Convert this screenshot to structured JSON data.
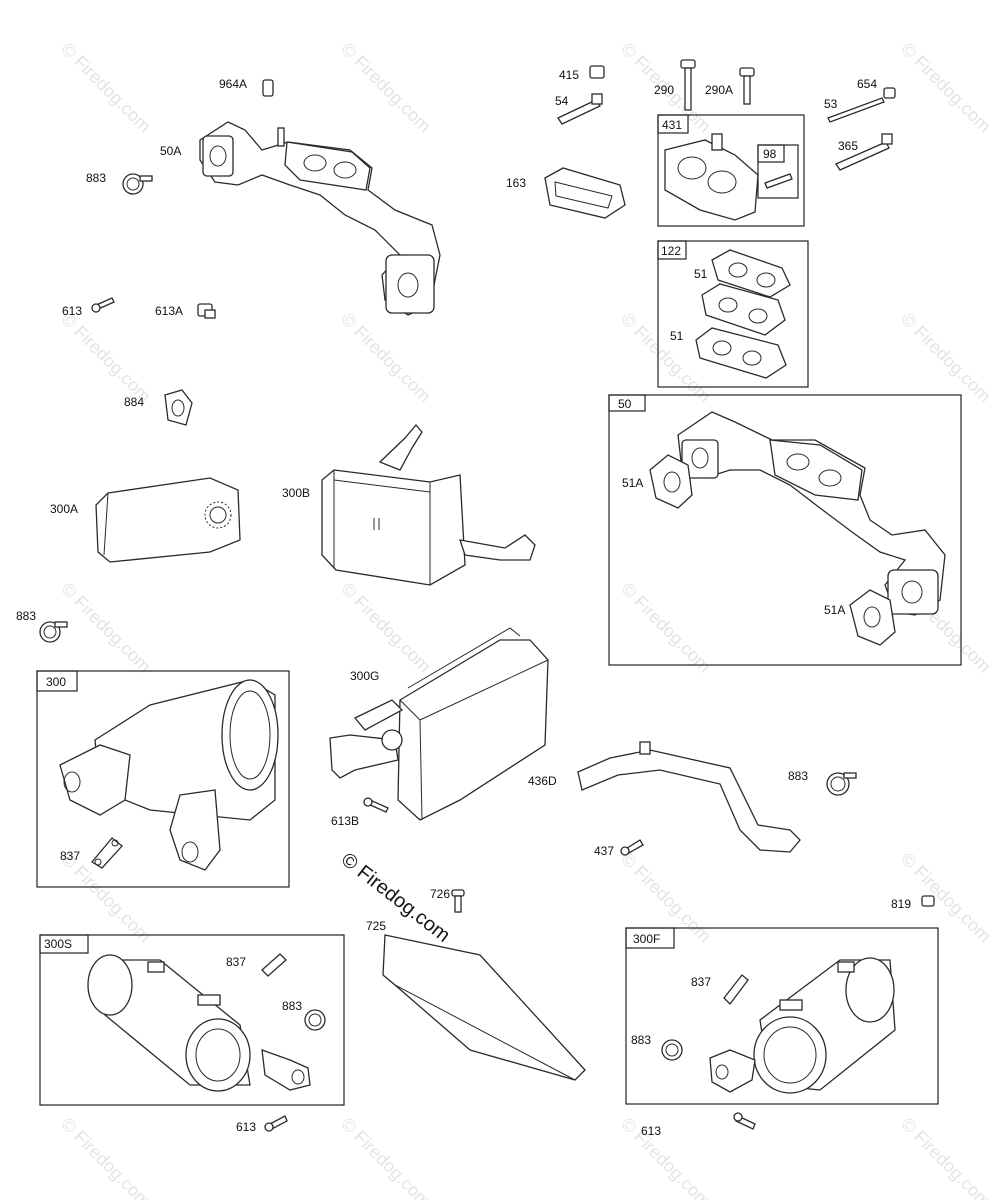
{
  "watermark": "© Firedog.com",
  "main_watermark": "© Firedog.com",
  "callouts": {
    "c964A": "964A",
    "c50A": "50A",
    "c883a": "883",
    "c613a": "613",
    "c613A": "613A",
    "c884": "884",
    "c300A": "300A",
    "c300B": "300B",
    "c883b": "883",
    "c415": "415",
    "c54": "54",
    "c163": "163",
    "c290": "290",
    "c290A": "290A",
    "c654": "654",
    "c53": "53",
    "c365": "365",
    "c51a": "51",
    "c51b": "51",
    "c51Aa": "51A",
    "c51Ab": "51A",
    "c300G": "300G",
    "c613B": "613B",
    "c436D": "436D",
    "c883c": "883",
    "c437": "437",
    "c837a": "837",
    "c726": "726",
    "c725": "725",
    "c819": "819",
    "c837b": "837",
    "c883d": "883",
    "c613b": "613",
    "c837c": "837",
    "c883e": "883",
    "c613c": "613"
  },
  "boxes": {
    "b431": "431",
    "b98": "98",
    "b122": "122",
    "b50": "50",
    "b300": "300",
    "b300S": "300S",
    "b300F": "300F"
  }
}
